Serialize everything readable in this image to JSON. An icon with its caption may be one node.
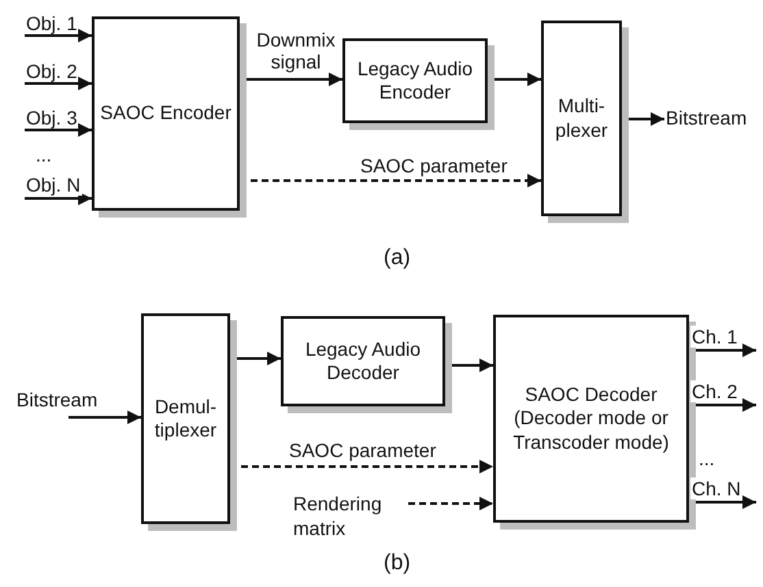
{
  "diagram": {
    "nodes": [
      {
        "text": [
          "SAOC Encoder"
        ]
      },
      {
        "text": [
          "Legacy Audio Encoder"
        ]
      },
      {
        "text": [
          "Multi-plexer"
        ]
      },
      {
        "text": [
          "Bitstream"
        ]
      },
      {
        "text": [
          "Bitstream"
        ]
      },
      {
        "text": [
          "Demul-tiplexer"
        ]
      },
      {
        "text": [
          "Legacy Audio Decoder"
        ]
      },
      {
        "text": [
          "SAOC Decoder",
          "(Decoder mode or Transcoder mode)"
        ]
      },
      {
        "text": [
          "Rendering matrix"
        ]
      }
    ],
    "edges": [
      {
        "from": null,
        "to": 0,
        "arrow": "to",
        "label": "Obj. 1"
      },
      {
        "from": null,
        "to": 0,
        "arrow": "to",
        "label": "Obj. 2"
      },
      {
        "from": null,
        "to": 0,
        "arrow": "to",
        "label": "Obj. 3"
      },
      {
        "from": null,
        "to": 0,
        "arrow": "to",
        "label": "Obj. N"
      },
      {
        "from": 0,
        "to": 1,
        "arrow": "to",
        "label": "Downmix signal"
      },
      {
        "from": 1,
        "to": 2,
        "arrow": "to"
      },
      {
        "from": 0,
        "to": 2,
        "arrow": "to",
        "label": "SAOC parameter",
        "style": "dashed"
      },
      {
        "from": 2,
        "to": 3,
        "arrow": "to"
      },
      {
        "from": 4,
        "to": 5,
        "arrow": "to"
      },
      {
        "from": 5,
        "to": 6,
        "arrow": "to"
      },
      {
        "from": 6,
        "to": 7,
        "arrow": "to"
      },
      {
        "from": 5,
        "to": 7,
        "arrow": "to",
        "label": "SAOC parameter",
        "style": "dashed"
      },
      {
        "from": 8,
        "to": 7,
        "arrow": "to",
        "style": "dashed"
      },
      {
        "from": 7,
        "to": null,
        "arrow": "to",
        "label": "Ch. 1"
      },
      {
        "from": 7,
        "to": null,
        "arrow": "to",
        "label": "Ch. 2"
      },
      {
        "from": 7,
        "to": null,
        "arrow": "to",
        "label": "Ch. N"
      }
    ],
    "labels": [
      "...",
      "(a)",
      "...",
      "(b)"
    ]
  }
}
